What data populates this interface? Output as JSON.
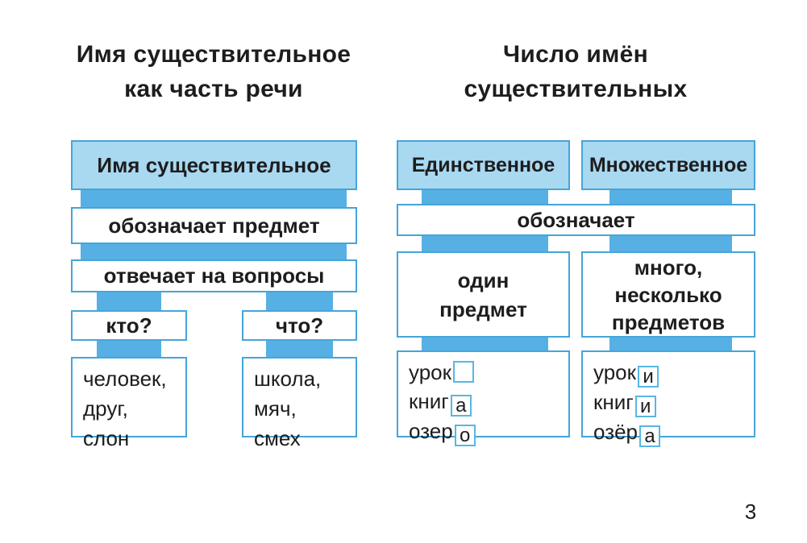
{
  "page": {
    "number": "3"
  },
  "colors": {
    "box_border": "#45a5d9",
    "header_fill": "#a9d8f1",
    "connector": "#57b0e4",
    "ending_box_border": "#58b6e4",
    "text": "#1d1d1d",
    "background": "#ffffff"
  },
  "left_diagram": {
    "title": {
      "line1": "Имя существительное",
      "line2": "как часть речи"
    },
    "root_label": "Имя существительное",
    "denotes_label": "обозначает предмет",
    "questions_label": "отвечает на вопросы",
    "branches": [
      {
        "question": "кто?",
        "examples": [
          "человек,",
          "друг,",
          "слон"
        ]
      },
      {
        "question": "что?",
        "examples": [
          "школа,",
          "мяч,",
          "смех"
        ]
      }
    ]
  },
  "right_diagram": {
    "title": {
      "line1": "Число имён",
      "line2": "существительных"
    },
    "denotes_label": "обозначает",
    "columns": [
      {
        "header": "Единственное",
        "meaning": [
          "один",
          "предмет"
        ],
        "examples": [
          {
            "stem": "урок",
            "ending": ""
          },
          {
            "stem": "книг",
            "ending": "а"
          },
          {
            "stem": "озер",
            "ending": "о"
          }
        ]
      },
      {
        "header": "Множественное",
        "meaning": [
          "много,",
          "несколько",
          "предметов"
        ],
        "examples": [
          {
            "stem": "урок",
            "ending": "и"
          },
          {
            "stem": "книг",
            "ending": "и"
          },
          {
            "stem": "озёр",
            "ending": "а"
          }
        ]
      }
    ]
  }
}
